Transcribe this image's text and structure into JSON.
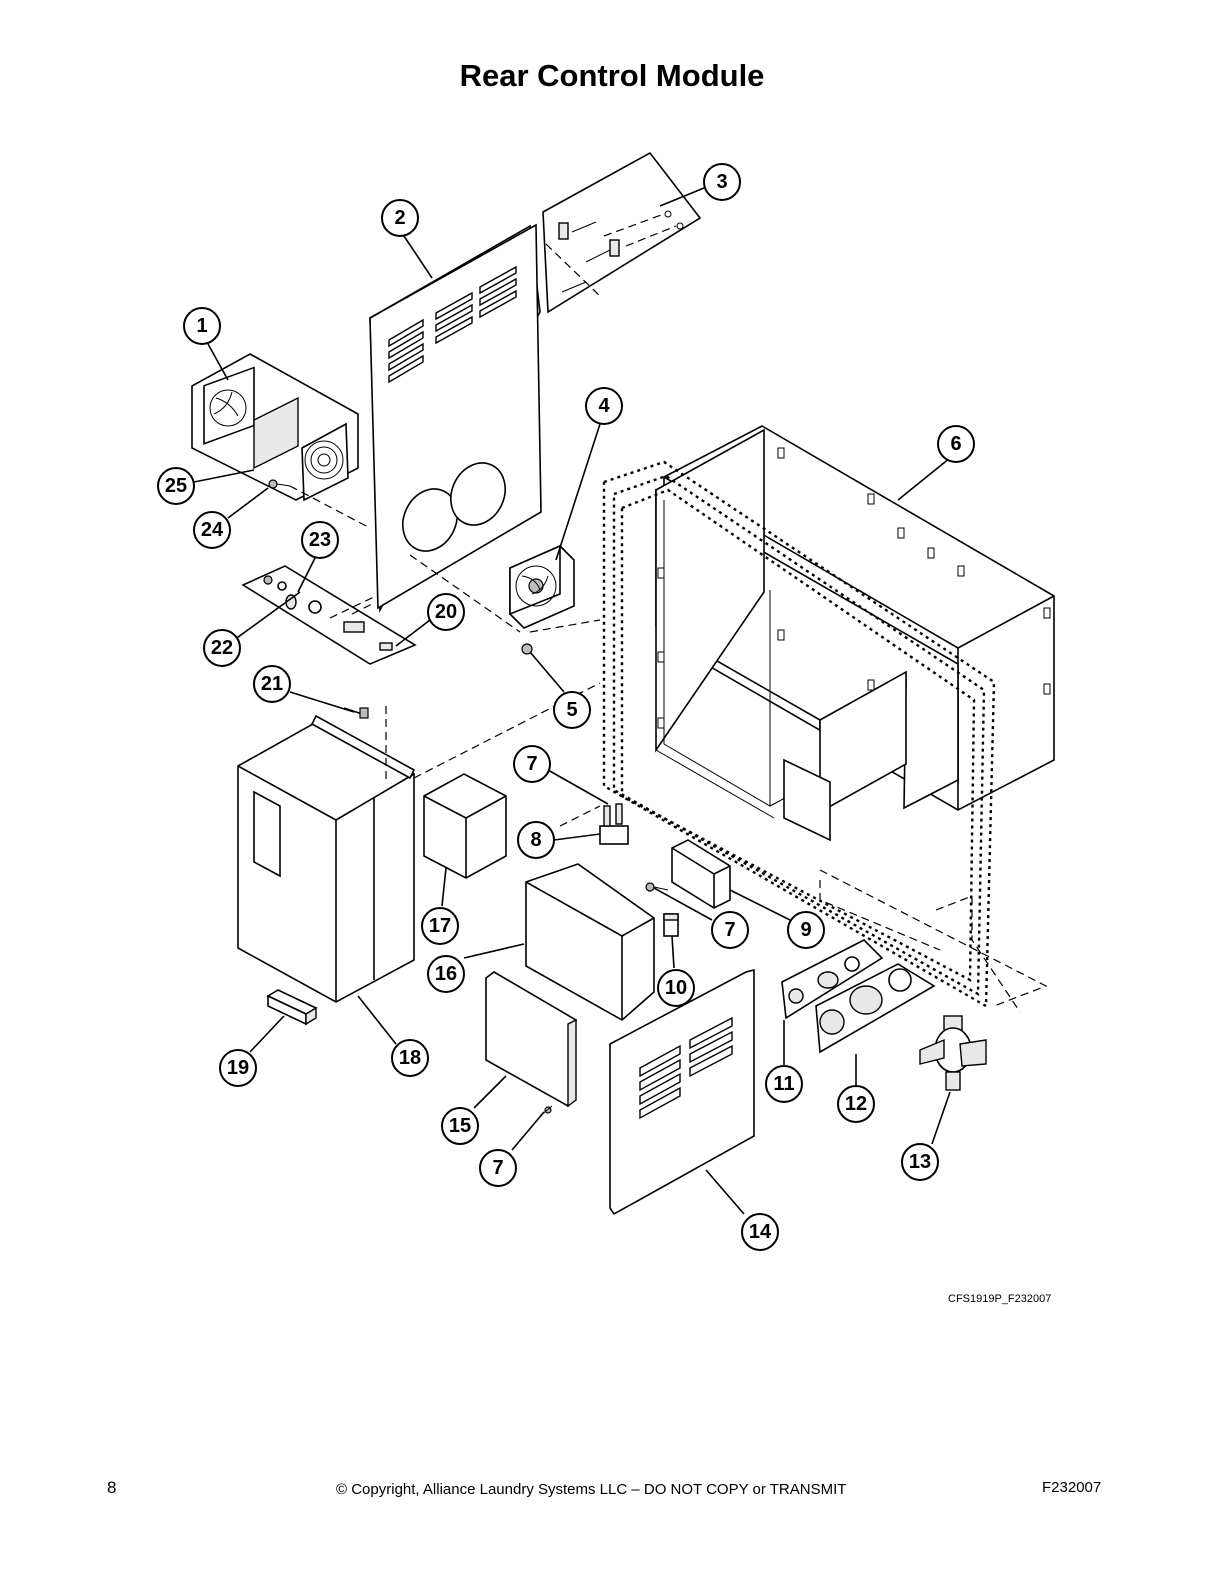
{
  "title": "Rear Control Module",
  "figure_code": "CFS1919P_F232007",
  "footer": {
    "page_number": "8",
    "copyright": "© Copyright, Alliance Laundry Systems LLC – DO NOT COPY or TRANSMIT",
    "doc_code": "F232007"
  },
  "callouts": [
    "1",
    "2",
    "3",
    "4",
    "5",
    "6",
    "7",
    "8",
    "9",
    "10",
    "11",
    "12",
    "13",
    "14",
    "15",
    "16",
    "17",
    "18",
    "19",
    "20",
    "21",
    "22",
    "23",
    "24",
    "25",
    "7",
    "7"
  ]
}
